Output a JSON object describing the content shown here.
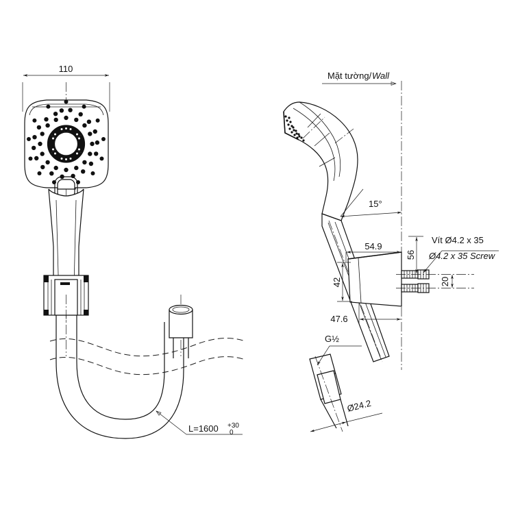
{
  "drawing": {
    "title": "Hand shower installation technical drawing",
    "background_color": "#ffffff",
    "line_color": "#1a1a1a",
    "views": {
      "front": {
        "name": "front-view",
        "description": "Front elevation of hand shower with hose loop"
      },
      "side": {
        "name": "side-view",
        "description": "Side elevation of hand shower on wall bracket"
      },
      "detail": {
        "name": "hose-connector-detail",
        "description": "Hose connector nut detail"
      }
    },
    "labels": {
      "width_110": "110",
      "wall_vi": "Mặt tường/",
      "wall_en": "Wall",
      "angle_15": "15°",
      "dim_54_9": "54.9",
      "dim_56": "56",
      "dim_42": "42",
      "dim_20": "20",
      "dim_47_6": "47.6",
      "screw_vi": "Vít Ø4.2 x 35",
      "screw_en": "Ø4.2 x 35 Screw",
      "thread_g_half": "G½",
      "dia_24_2": "Ø24.2",
      "hose_length": "L=1600",
      "tol_upper": "+30",
      "tol_lower": "0"
    }
  }
}
